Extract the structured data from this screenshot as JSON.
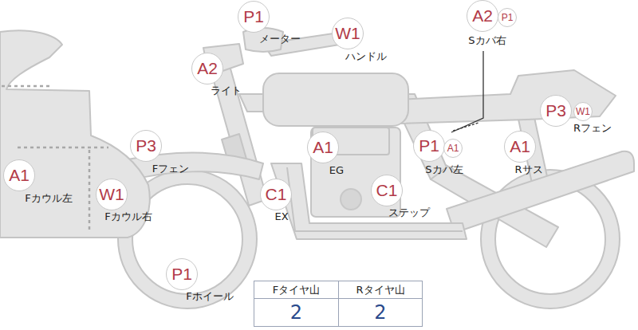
{
  "diagram": {
    "nodes": [
      {
        "text": [
          "P1",
          "メーター"
        ]
      },
      {
        "text": [
          "W1",
          "ハンドル"
        ]
      },
      {
        "text": [
          "A2",
          "Sカバ右"
        ]
      },
      {
        "text": [
          "P1"
        ]
      },
      {
        "text": [
          "A2",
          "ライト"
        ]
      },
      {
        "text": [
          "P3",
          "Rフェン"
        ]
      },
      {
        "text": [
          "W1"
        ]
      },
      {
        "text": [
          "P3",
          "Fフェン"
        ]
      },
      {
        "text": [
          "A1",
          "EG"
        ]
      },
      {
        "text": [
          "P1",
          "Sカバ左"
        ]
      },
      {
        "text": [
          "A1"
        ]
      },
      {
        "text": [
          "A1",
          "Rサス"
        ]
      },
      {
        "text": [
          "A1",
          "Fカウル左"
        ]
      },
      {
        "text": [
          "W1",
          "Fカウル右"
        ]
      },
      {
        "text": [
          "C1",
          "EX"
        ]
      },
      {
        "text": [
          "C1",
          "ステップ"
        ]
      },
      {
        "text": [
          "P1",
          "Fホイール"
        ]
      }
    ],
    "edges": [],
    "labels": [
      "Fタイヤ山",
      "Rタイヤ山",
      "2",
      "2"
    ]
  }
}
